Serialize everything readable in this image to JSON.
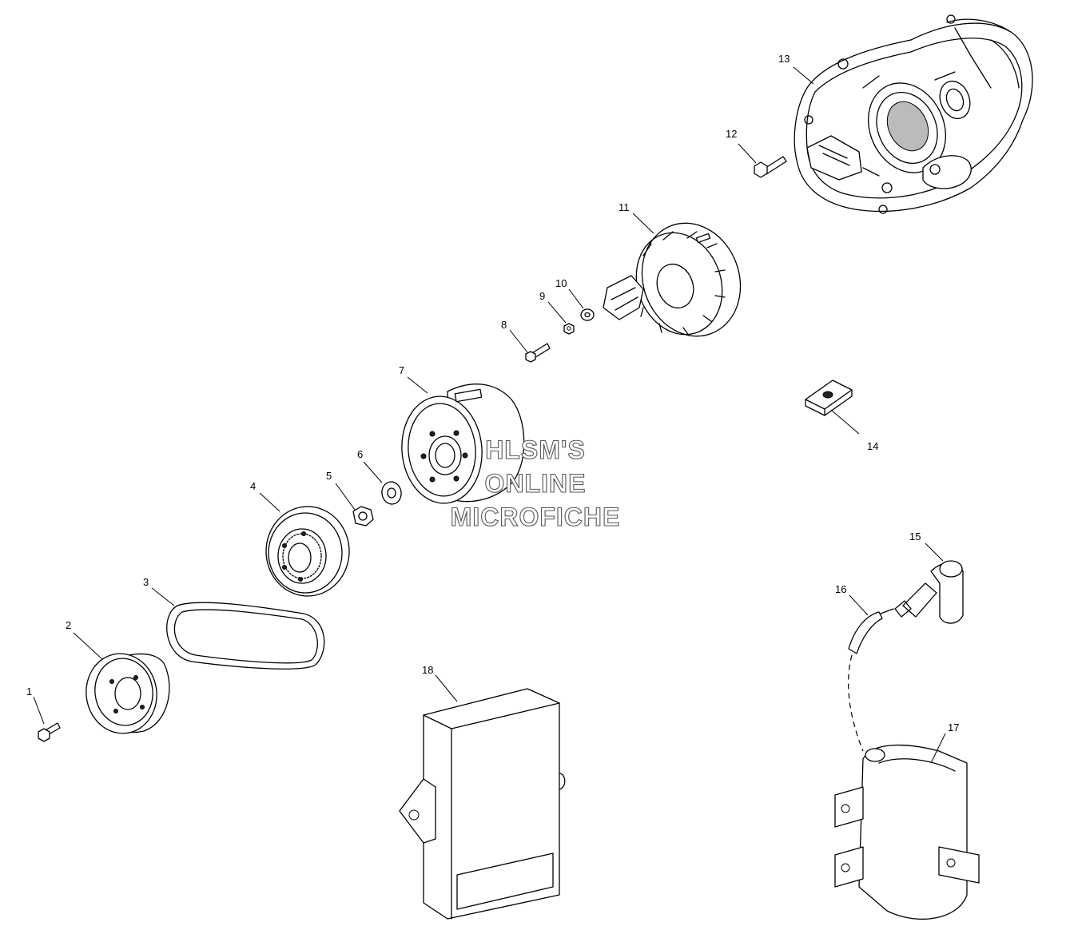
{
  "diagram": {
    "callouts": [
      "1",
      "2",
      "3",
      "4",
      "5",
      "6",
      "7",
      "8",
      "9",
      "10",
      "11",
      "12",
      "13",
      "14",
      "15",
      "16",
      "17",
      "18"
    ],
    "watermark": [
      "HLSM'S",
      "ONLINE",
      "MICROFICHE"
    ]
  }
}
